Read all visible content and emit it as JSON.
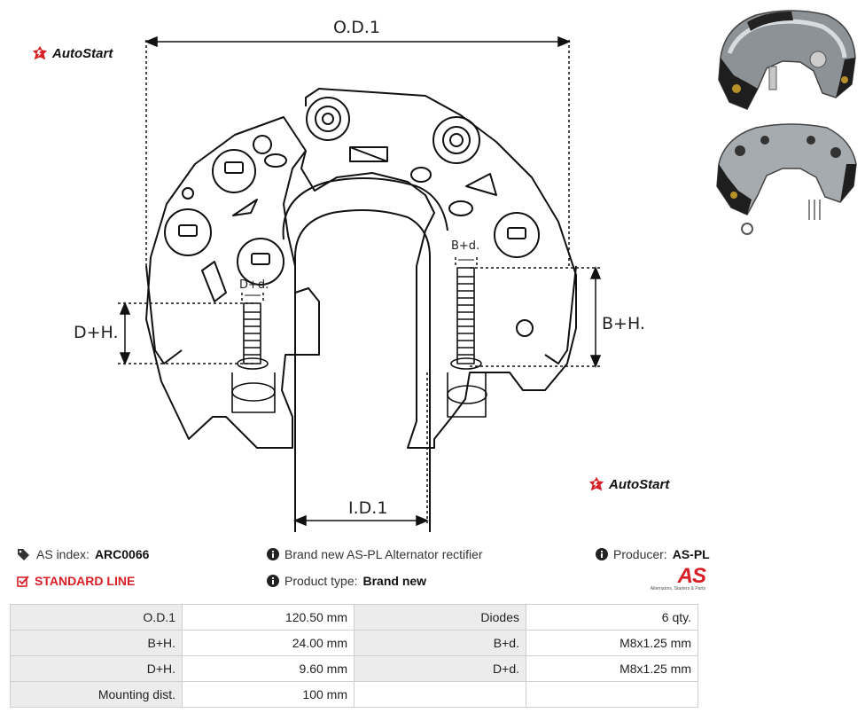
{
  "brand": {
    "name": "AutoStart",
    "accent": "#d81f26"
  },
  "diagram": {
    "od_label": "O.D.1",
    "id_label": "I.D.1",
    "bh_label": "B+H.",
    "dh_label": "D+H.",
    "bd_label": "B+d.",
    "dd_label": "D+d."
  },
  "info": {
    "as_index_label": "AS index:",
    "as_index_value": "ARC0066",
    "standard_line": "STANDARD LINE",
    "description": "Brand new AS-PL Alternator rectifier",
    "product_type_label": "Product type:",
    "product_type_value": "Brand new",
    "producer_label": "Producer:",
    "producer_value": "AS-PL",
    "as_logo_text": "AS",
    "as_logo_tagline": "Alternators, Starters & Parts"
  },
  "specs": [
    {
      "label": "O.D.1",
      "value": "120.50 mm",
      "label2": "Diodes",
      "value2": "6 qty."
    },
    {
      "label": "B+H.",
      "value": "24.00 mm",
      "label2": "B+d.",
      "value2": "M8x1.25 mm"
    },
    {
      "label": "D+H.",
      "value": "9.60 mm",
      "label2": "D+d.",
      "value2": "M8x1.25 mm"
    },
    {
      "label": "Mounting dist.",
      "value": "100 mm",
      "label2": "",
      "value2": ""
    }
  ]
}
